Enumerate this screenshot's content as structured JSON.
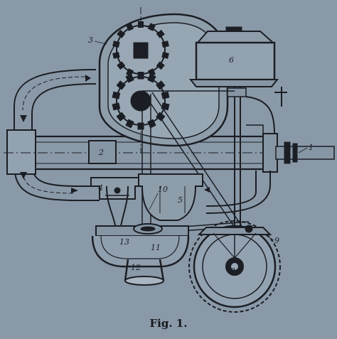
{
  "caption": "Fig. 1.",
  "callouts": [
    "1",
    "2",
    "3",
    "4",
    "5",
    "6",
    "8",
    "9",
    "10",
    "11",
    "12",
    "13"
  ],
  "colors": {
    "paper": "#8a99a8",
    "ink": "#1b1e24",
    "light": "#b9c5d0"
  }
}
